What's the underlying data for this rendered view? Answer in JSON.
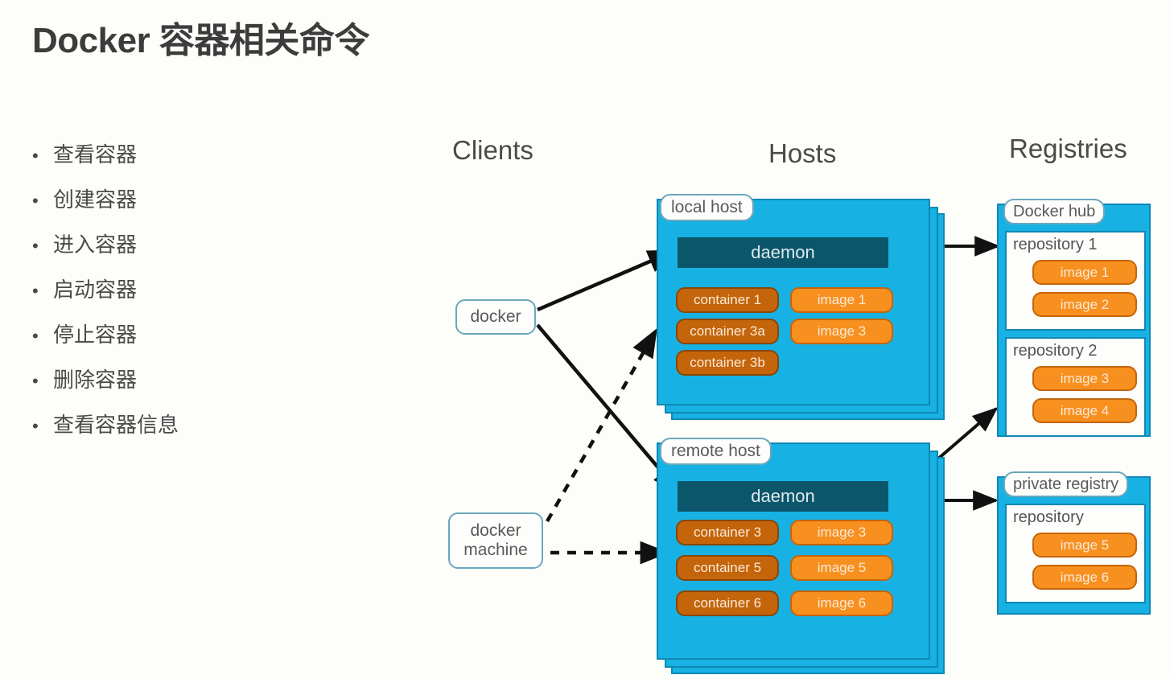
{
  "slide": {
    "title": "Docker 容器相关命令",
    "bullets": [
      {
        "marker": "•",
        "label": "查看容器"
      },
      {
        "marker": "•",
        "label": "创建容器"
      },
      {
        "marker": "•",
        "label": "进入容器"
      },
      {
        "marker": "•",
        "label": "启动容器"
      },
      {
        "marker": "•",
        "label": "停止容器"
      },
      {
        "marker": "•",
        "label": "删除容器"
      },
      {
        "marker": "•",
        "label": "查看容器信息"
      }
    ]
  },
  "diagram": {
    "headings": {
      "clients": "Clients",
      "hosts": "Hosts",
      "registries": "Registries"
    },
    "clients": [
      {
        "name": "docker",
        "line1": "docker",
        "line2": ""
      },
      {
        "name": "docker-machine",
        "line1": "docker",
        "line2": "machine"
      }
    ],
    "hosts": [
      {
        "label": "local host",
        "daemon": "daemon",
        "containers": [
          "container 1",
          "container 3a",
          "container 3b"
        ],
        "images": [
          "image 1",
          "image 3"
        ]
      },
      {
        "label": "remote host",
        "daemon": "daemon",
        "containers": [
          "container 3",
          "container 5",
          "container 6"
        ],
        "images": [
          "image 3",
          "image 5",
          "image 6"
        ]
      }
    ],
    "registries": [
      {
        "label": "Docker hub",
        "repositories": [
          {
            "title": "repository 1",
            "images": [
              "image 1",
              "image 2"
            ]
          },
          {
            "title": "repository 2",
            "images": [
              "image 3",
              "image 4"
            ]
          }
        ]
      },
      {
        "label": "private registry",
        "repositories": [
          {
            "title": "repository",
            "images": [
              "image 5",
              "image 6"
            ]
          }
        ]
      }
    ]
  },
  "colors": {
    "background": "#fdfef9",
    "host_fill": "#17b2e3",
    "host_border": "#0e88b5",
    "daemon_fill": "#0c566c",
    "container_fill": "#c4650b",
    "image_fill": "#f7901e",
    "client_border": "#6ba7bd",
    "text_dark": "#4a4a4a",
    "arrow": "#111111"
  }
}
